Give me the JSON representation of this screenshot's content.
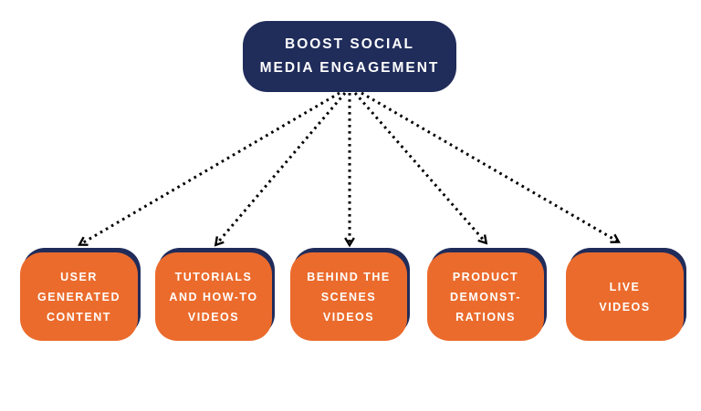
{
  "title": {
    "label": "BOOST SOCIAL\nMEDIA ENGAGEMENT"
  },
  "nodes": [
    {
      "label": "USER\nGENERATED\nCONTENT"
    },
    {
      "label": "TUTORIALS\nAND HOW-TO\nVIDEOS"
    },
    {
      "label": "BEHIND THE\nSCENES\nVIDEOS"
    },
    {
      "label": "PRODUCT\nDEMONST-\nRATIONS"
    },
    {
      "label": "LIVE\nVIDEOS"
    }
  ],
  "colors": {
    "navy": "#202C5A",
    "orange": "#EB6B2C",
    "arrow": "#000000",
    "text": "#FFFFFF",
    "background": "#FFFFFF"
  }
}
